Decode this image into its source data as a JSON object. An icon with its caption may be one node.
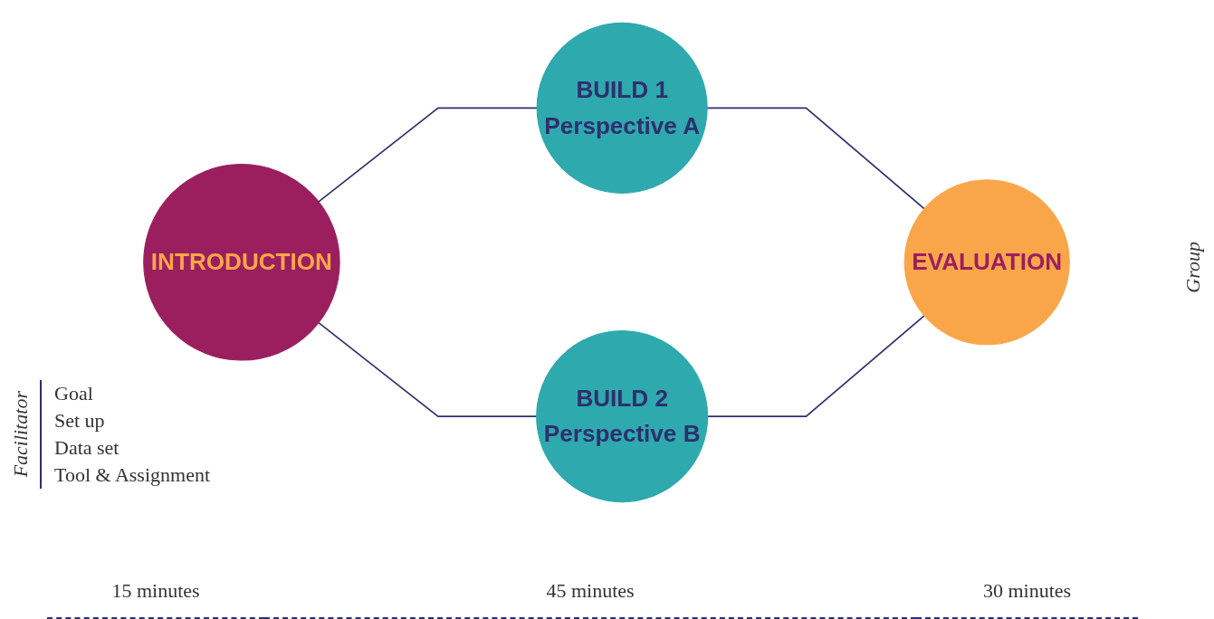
{
  "diagram": {
    "nodes": [
      {
        "text": [
          "INTRODUCTION"
        ]
      },
      {
        "text": [
          "BUILD 1",
          "Perspective A"
        ]
      },
      {
        "text": [
          "BUILD 2",
          "Perspective B"
        ]
      },
      {
        "text": [
          "EVALUATION"
        ]
      }
    ],
    "edges": [
      {
        "from": 0,
        "to": 1,
        "arrow": "none"
      },
      {
        "from": 0,
        "to": 2,
        "arrow": "none"
      },
      {
        "from": 1,
        "to": 3,
        "arrow": "none"
      },
      {
        "from": 2,
        "to": 3,
        "arrow": "none"
      }
    ],
    "labels": [
      "Facilitator",
      "Goal",
      "Set up",
      "Data set",
      "Tool & Assignment",
      "Group",
      "15 minutes",
      "45 minutes",
      "30 minutes"
    ]
  }
}
